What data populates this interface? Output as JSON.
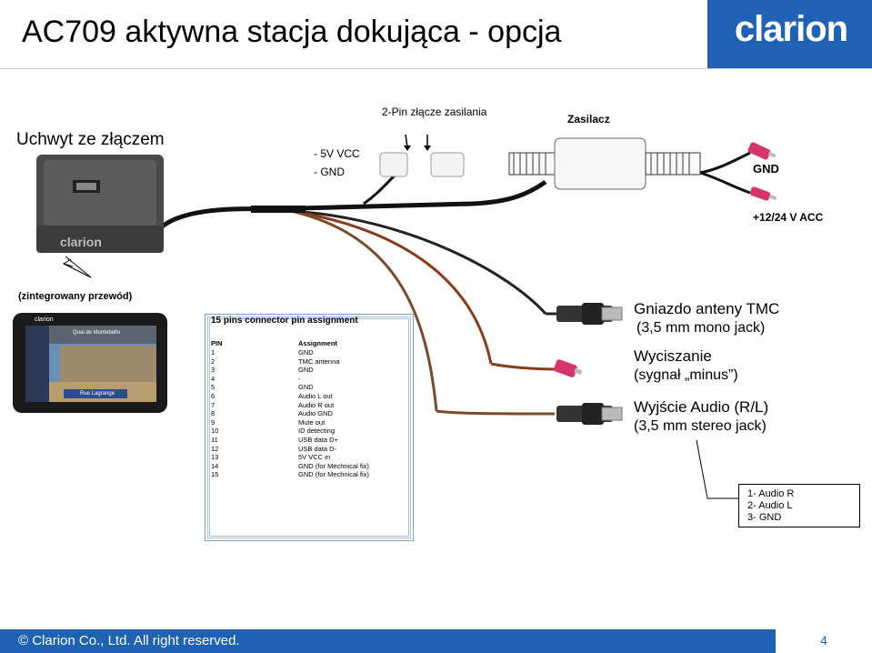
{
  "title": "AC709 aktywna stacja dokująca - opcja",
  "logo": "clarion",
  "labels": {
    "dock": "Uchwyt ze złączem",
    "pin2": "2-Pin złącze zasilania",
    "vcc": "- 5V VCC",
    "gnd_left": "- GND",
    "psu": "Zasilacz",
    "gnd_right": "GND",
    "acc": "+12/24 V ACC",
    "integrated": "(zintegrowany przewód)",
    "tmc_title": "Gniazdo anteny TMC",
    "tmc_sub": "(3,5 mm mono jack)",
    "mute_title": "Wyciszanie",
    "mute_sub": "(sygnał „minus”)",
    "audio_title": "Wyjście Audio (R/L)",
    "audio_sub": "(3,5 mm stereo jack)",
    "device_brand": "clarion",
    "device_street": "Quai de Montebello",
    "device_street2": "Rue Lagrange",
    "dock_brand": "clarion"
  },
  "pin_table": {
    "title": "15 pins connector pin assignment",
    "col_pin": "PIN",
    "col_assign": "Assignment",
    "rows": [
      {
        "pin": "1",
        "assign": "GND"
      },
      {
        "pin": "2",
        "assign": "TMC antenna"
      },
      {
        "pin": "3",
        "assign": "GND"
      },
      {
        "pin": "4",
        "assign": "-"
      },
      {
        "pin": "5",
        "assign": "GND"
      },
      {
        "pin": "6",
        "assign": "Audio L out"
      },
      {
        "pin": "7",
        "assign": "Audio R out"
      },
      {
        "pin": "8",
        "assign": "Audio GND"
      },
      {
        "pin": "9",
        "assign": "Mute out"
      },
      {
        "pin": "10",
        "assign": "ID detecting"
      },
      {
        "pin": "11",
        "assign": "USB data D+"
      },
      {
        "pin": "12",
        "assign": "USB data D-"
      },
      {
        "pin": "13",
        "assign": "5V VCC in"
      },
      {
        "pin": "14",
        "assign": "GND (for Mechnical fix)"
      },
      {
        "pin": "15",
        "assign": "GND (for Mechnical fix)"
      }
    ]
  },
  "legend": [
    "1- Audio R",
    "2- Audio L",
    "3- GND"
  ],
  "footer": "© Clarion Co., Ltd. All right reserved.",
  "page_number": "4",
  "colors": {
    "brand": "#1f62b4",
    "connector_red": "#d8336b"
  }
}
